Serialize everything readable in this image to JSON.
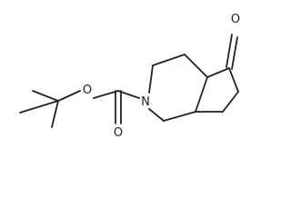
{
  "diagram": {
    "atom_labels": {
      "ketone_oxygen": "O",
      "ester_oxygen": "O",
      "carbonyl_oxygen": "O",
      "ring_nitrogen": "N"
    }
  }
}
